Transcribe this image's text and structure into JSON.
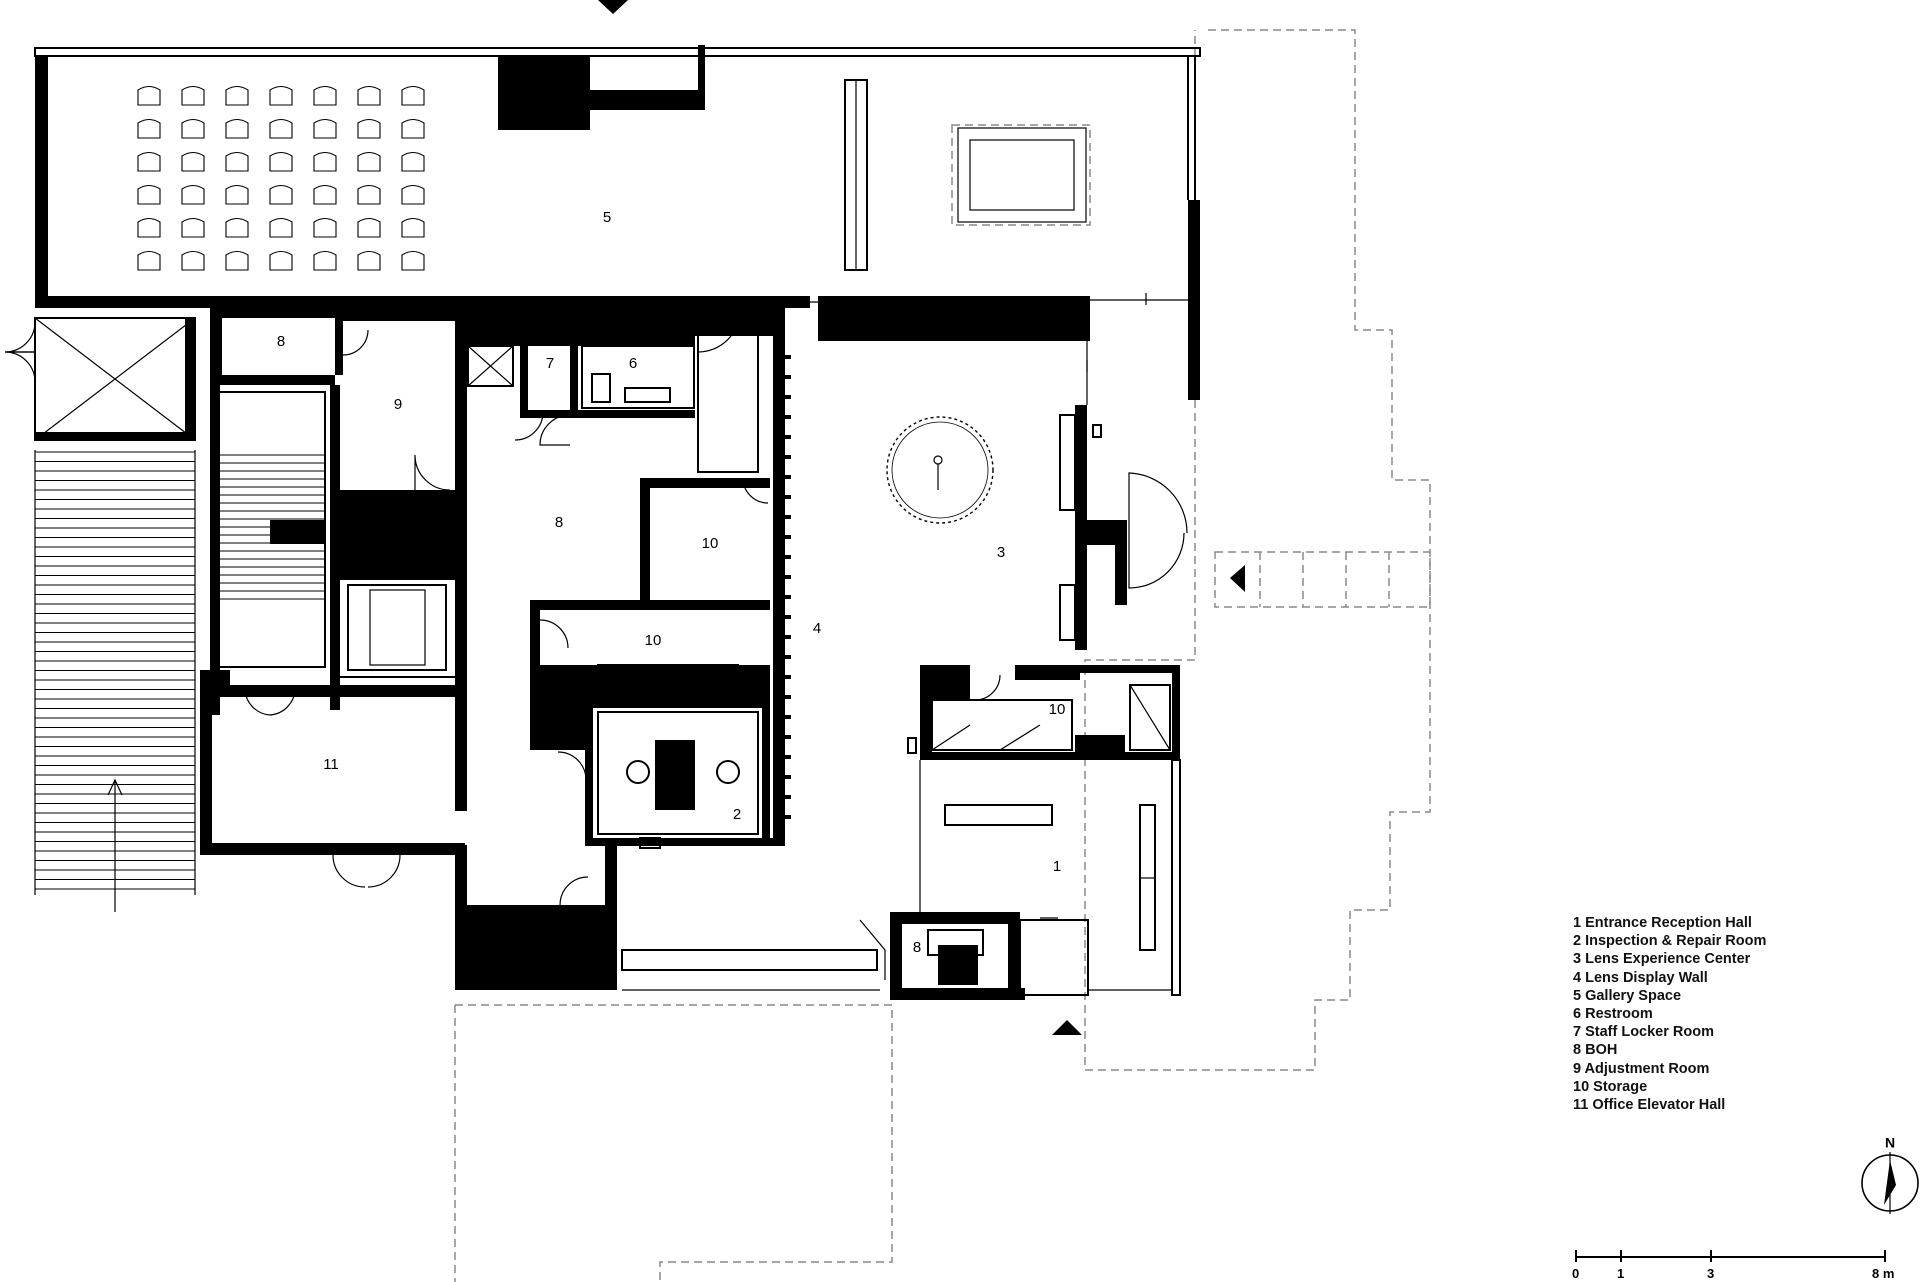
{
  "rooms": [
    {
      "id": "r5",
      "label": "5"
    },
    {
      "id": "r8a",
      "label": "8"
    },
    {
      "id": "r8b",
      "label": "8"
    },
    {
      "id": "r9",
      "label": "9"
    },
    {
      "id": "r7",
      "label": "7"
    },
    {
      "id": "r6",
      "label": "6"
    },
    {
      "id": "r8c",
      "label": "8"
    },
    {
      "id": "r10a",
      "label": "10"
    },
    {
      "id": "r10b",
      "label": "10"
    },
    {
      "id": "r4",
      "label": "4"
    },
    {
      "id": "r3",
      "label": "3"
    },
    {
      "id": "r10c",
      "label": "10"
    },
    {
      "id": "r11",
      "label": "11"
    },
    {
      "id": "r2",
      "label": "2"
    },
    {
      "id": "r1",
      "label": "1"
    },
    {
      "id": "r8d",
      "label": "8"
    }
  ],
  "legend": [
    "1 Entrance Reception Hall",
    "2 Inspection & Repair Room",
    "3 Lens Experience Center",
    "4 Lens Display Wall",
    "5 Gallery Space",
    "6 Restroom",
    "7 Staff Locker Room",
    "8 BOH",
    "9 Adjustment Room",
    "10 Storage",
    "11 Office Elevator Hall"
  ],
  "north_label": "N",
  "scale": {
    "ticks": [
      "0",
      "1",
      "3",
      "8 m"
    ]
  }
}
